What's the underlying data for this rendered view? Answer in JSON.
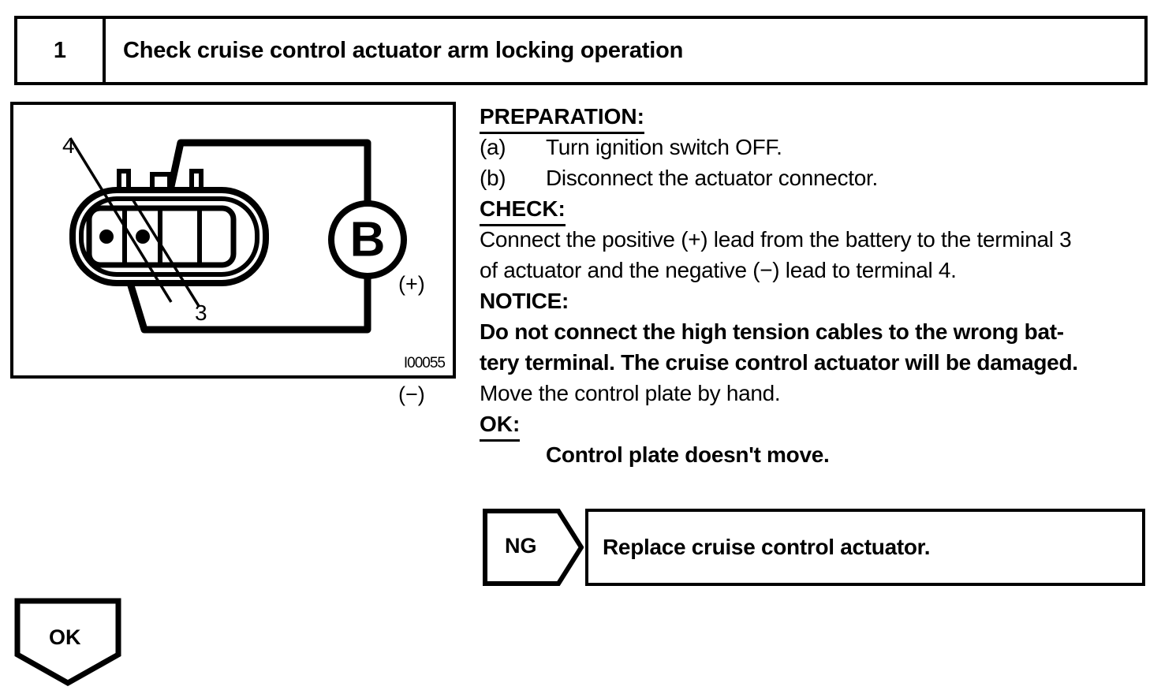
{
  "page": {
    "document_type": "service-manual-diagnostic-step",
    "figure_id": "I00055"
  },
  "step_header": {
    "number": "1",
    "title": "Check cruise control actuator arm locking operation"
  },
  "figure": {
    "id_label": "I00055",
    "battery_symbol": "B",
    "positive_label": "(+)",
    "negative_label": "(−)",
    "callouts": [
      {
        "label": "4",
        "meaning": "terminal-4"
      },
      {
        "label": "3",
        "meaning": "terminal-3"
      }
    ]
  },
  "instructions": {
    "preparation_heading": "PREPARATION:",
    "preparation_steps": [
      {
        "mark": "(a)",
        "text": "Turn ignition switch OFF."
      },
      {
        "mark": "(b)",
        "text": "Disconnect the actuator connector."
      }
    ],
    "check_heading": "CHECK:",
    "check_lines": [
      "Connect the positive (+) lead from the battery to the terminal 3",
      "of actuator and the negative (−) lead to terminal 4."
    ],
    "notice_heading": "NOTICE:",
    "notice_lines": [
      "Do not connect the high tension cables to the wrong bat-",
      "tery terminal. The cruise control actuator will be damaged."
    ],
    "action_line": "Move the control plate by hand.",
    "ok_heading": "OK:",
    "ok_result": "Control plate doesn't move."
  },
  "branches": {
    "ng": {
      "label": "NG",
      "result": "Replace cruise control actuator."
    },
    "ok": {
      "label": "OK"
    }
  },
  "colors": {
    "ink": "#000000",
    "paper": "#ffffff"
  }
}
